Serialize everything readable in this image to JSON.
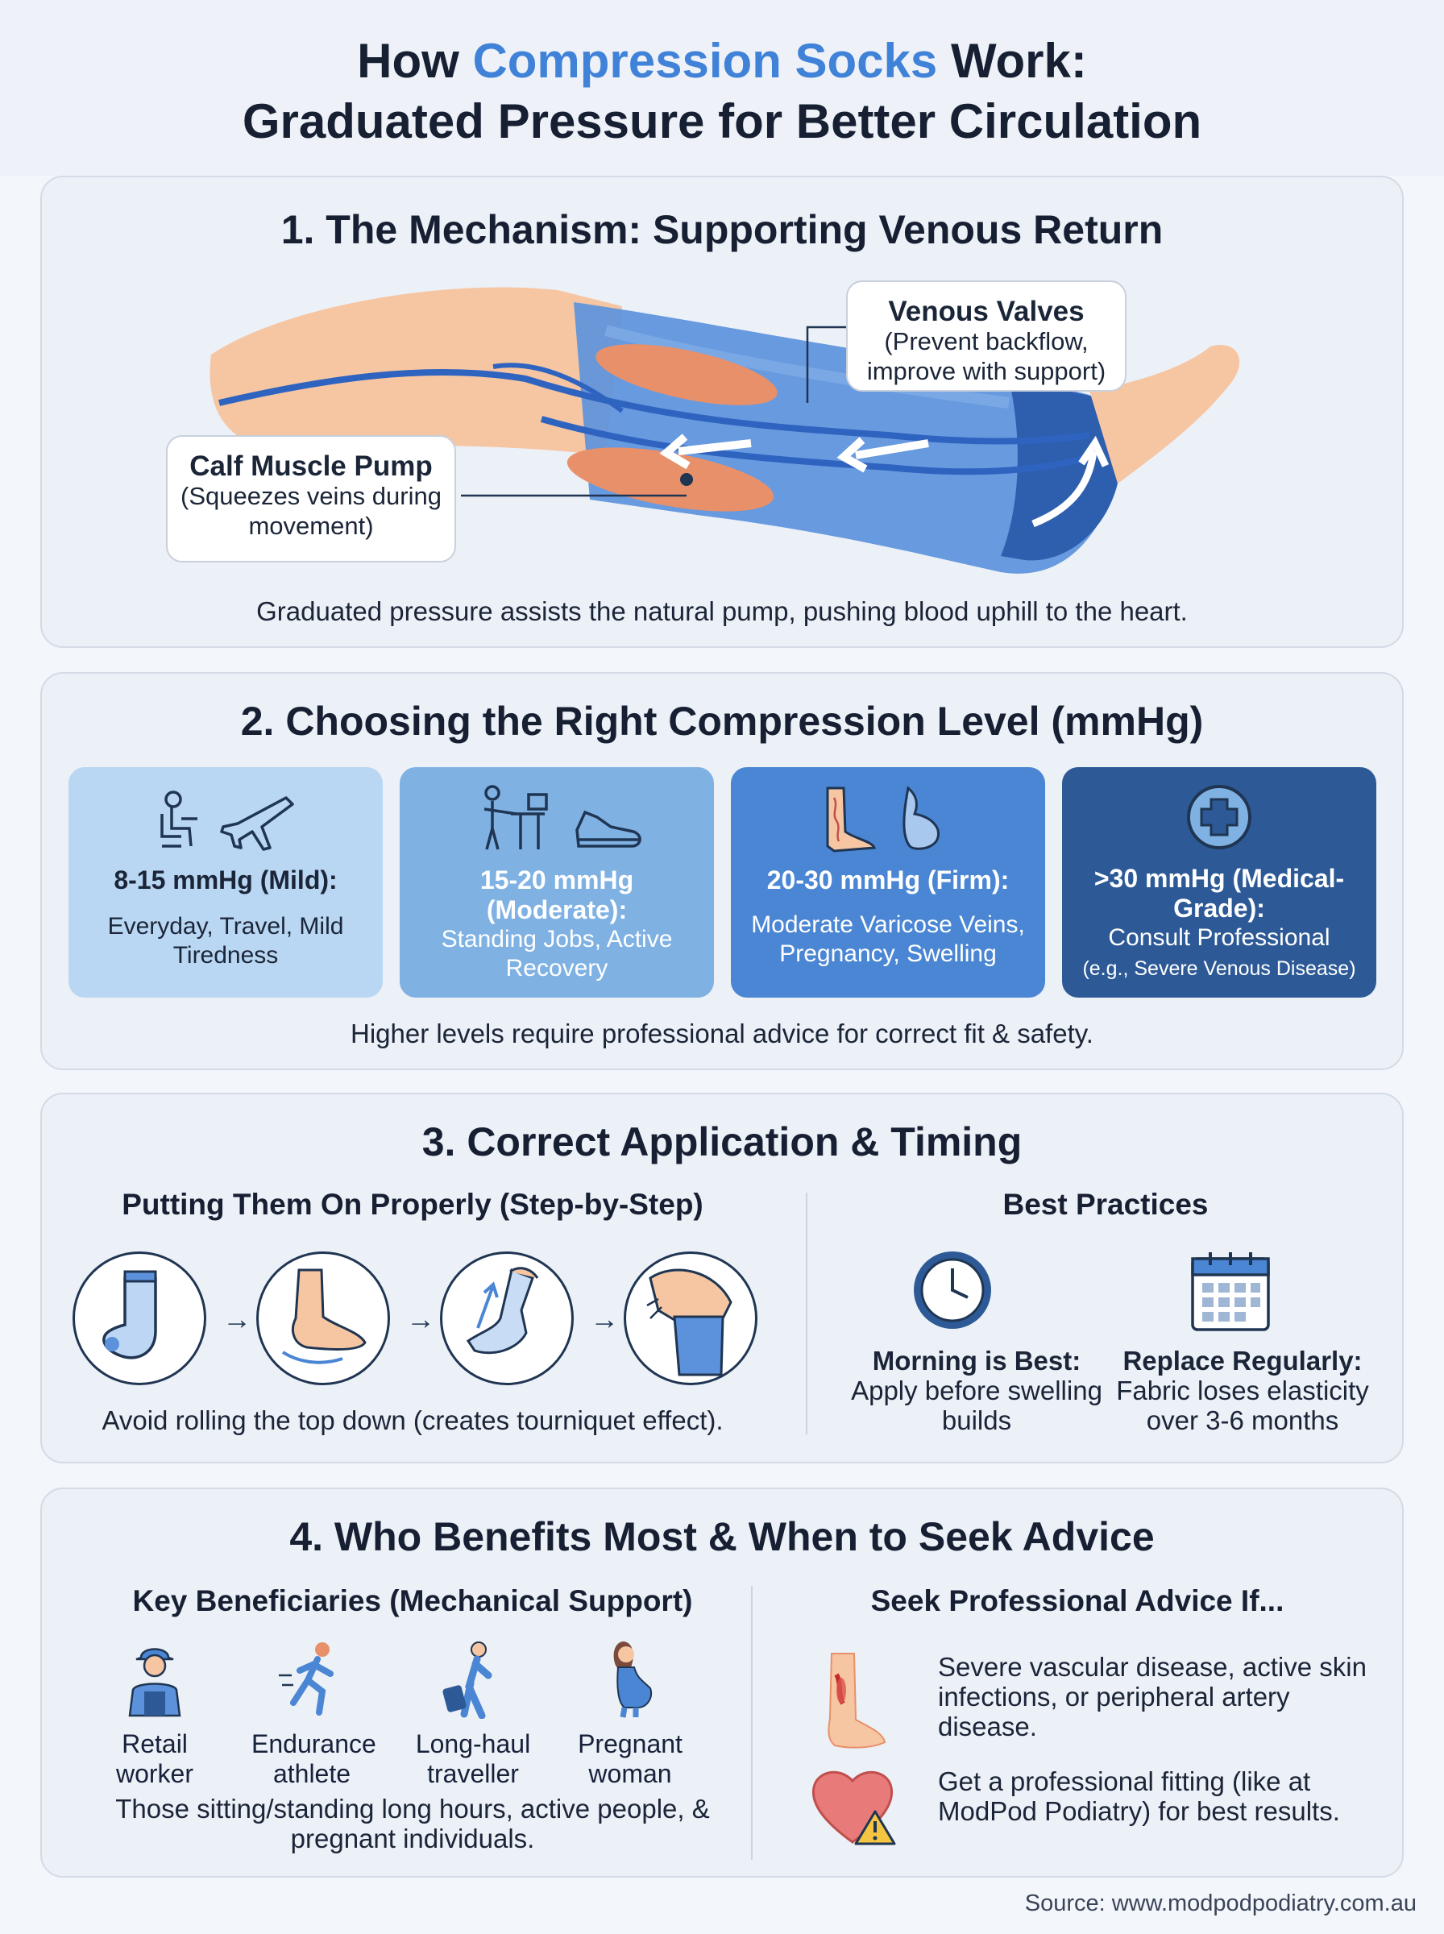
{
  "header": {
    "title_part1": "How ",
    "title_accent": "Compression Socks",
    "title_part2": " Work:",
    "title_line2": "Graduated Pressure for Better Circulation"
  },
  "section1": {
    "title": "1. The Mechanism: Supporting Venous Return",
    "valves_title": "Venous Valves",
    "valves_desc": "(Prevent backflow, improve with support)",
    "pump_title": "Calf Muscle Pump",
    "pump_desc": "(Squeezes veins during movement)",
    "caption": "Graduated pressure assists the natural pump, pushing blood uphill to the heart."
  },
  "section2": {
    "title": "2. Choosing the Right Compression Level (mmHg)",
    "levels": [
      {
        "title": "8-15 mmHg (Mild):",
        "desc": "Everyday, Travel, Mild Tiredness",
        "icons": "sitting-person-icon, airplane-icon",
        "bg": "#b9d7f2",
        "fg": "#1b2538"
      },
      {
        "title": "15-20 mmHg (Moderate):",
        "desc": "Standing Jobs, Active Recovery",
        "icons": "standing-desk-icon, sneaker-icon",
        "bg": "#7fb1e3",
        "fg": "#ffffff"
      },
      {
        "title": "20-30 mmHg (Firm):",
        "desc": "Moderate Varicose Veins, Pregnancy, Swelling",
        "icons": "varicose-leg-icon, pregnancy-icon",
        "bg": "#4a86d3",
        "fg": "#ffffff"
      },
      {
        "title": ">30 mmHg (Medical-Grade):",
        "desc": "Consult Professional",
        "note": "(e.g., Severe Venous Disease)",
        "icons": "medical-cross-icon",
        "bg": "#2d5a96",
        "fg": "#ffffff"
      }
    ],
    "caption": "Higher levels require professional advice for correct fit & safety."
  },
  "section3": {
    "title": "3. Correct Application & Timing",
    "steps_title": "Putting Them On Properly (Step-by-Step)",
    "steps_icons": [
      "sock-icon",
      "foot-icon",
      "pull-on-sock-icon",
      "knee-sock-icon"
    ],
    "steps_caption": "Avoid rolling the top down (creates tourniquet effect).",
    "best_title": "Best Practices",
    "morning_title": "Morning is Best:",
    "morning_desc": "Apply before swelling builds",
    "replace_title": "Replace Regularly:",
    "replace_desc": "Fabric loses elasticity over 3-6 months"
  },
  "section4": {
    "title": "4. Who Benefits Most & When to Seek Advice",
    "beneficiaries_title": "Key Beneficiaries (Mechanical Support)",
    "people": [
      {
        "label": "Retail worker"
      },
      {
        "label": "Endurance athlete"
      },
      {
        "label": "Long-haul traveller"
      },
      {
        "label": "Pregnant woman"
      }
    ],
    "beneficiaries_caption": "Those sitting/standing long hours, active people, & pregnant individuals.",
    "advice_title": "Seek Professional Advice If...",
    "advice_1": "Severe vascular disease, active skin infections, or peripheral artery disease.",
    "advice_2": "Get a professional fitting (like at ModPod Podiatry) for best results."
  },
  "footer": {
    "source": "Source: www.modpodpodiatry.com.au"
  },
  "colors": {
    "accent": "#3f82d8",
    "sock": "#4f86d6",
    "skin": "#f6c6a3",
    "muscle": "#e8906a",
    "dark_navy": "#1f3552"
  }
}
